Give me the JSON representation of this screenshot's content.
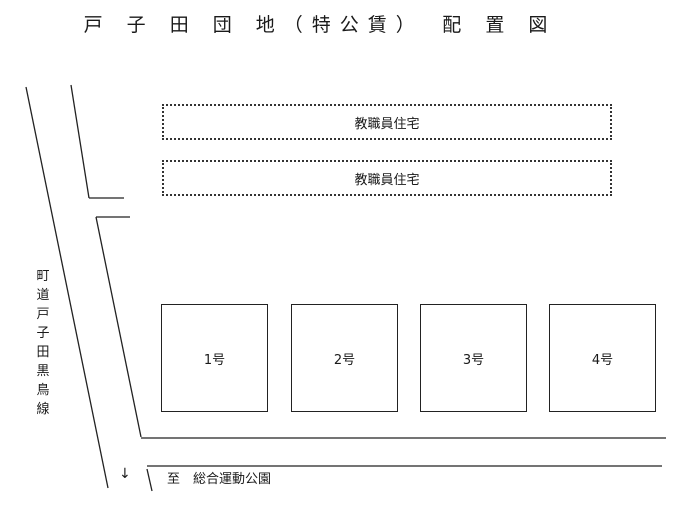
{
  "title": "戸 子 田 団 地（特公賃）　配 置 図",
  "plots": [
    {
      "label": "教職員住宅"
    },
    {
      "label": "教職員住宅"
    }
  ],
  "buildings": [
    {
      "label": "1号"
    },
    {
      "label": "2号"
    },
    {
      "label": "3号"
    },
    {
      "label": "4号"
    }
  ],
  "road_label": "町道戸子田黒鳥線",
  "destination": "至　総合運動公園",
  "arrow": "↓"
}
